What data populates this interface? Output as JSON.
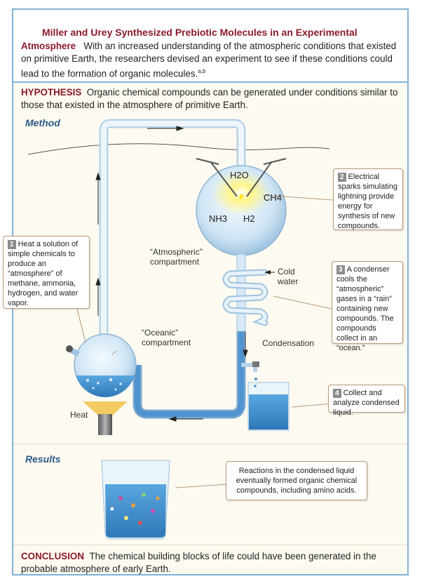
{
  "intro": {
    "title": "Miller and Urey Synthesized Prebiotic Molecules in an Experimental",
    "lead": "Atmosphere",
    "body": "With an increased understanding of the atmospheric conditions that existed on primitive Earth, the researchers devised an experiment to see if these conditions could lead to the formation of organic molecules.",
    "superscript": "a,b"
  },
  "hypothesis": {
    "lead": "HYPOTHESIS",
    "text": "Organic chemical compounds can be generated under conditions similar to those that existed in the atmosphere of primitive Earth."
  },
  "method_label": "Method",
  "results_label": "Results",
  "gases": {
    "h2o": "H2O",
    "ch4": "CH4",
    "nh3": "NH3",
    "h2": "H2"
  },
  "labels": {
    "atmospheric": "“Atmospheric” compartment",
    "oceanic": "“Oceanic” compartment",
    "cold_water": "Cold water",
    "condensation": "Condensation",
    "heat": "Heat"
  },
  "steps": [
    {
      "num": "1",
      "text": "Heat a solution of simple chemicals to produce an “atmosphere” of methane, ammonia, hydrogen, and water vapor."
    },
    {
      "num": "2",
      "text": "Electrical sparks simulating lightning provide energy for synthesis of new compounds."
    },
    {
      "num": "3",
      "text": "A condenser cools the “atmospheric” gases in a “rain” containing new compounds. The compounds collect in an “ocean.”"
    },
    {
      "num": "4",
      "text": "Collect and analyze condensed liquid."
    }
  ],
  "results_text": "Reactions in the condensed liquid eventually formed organic chemical compounds, including amino acids.",
  "conclusion": {
    "lead": "CONCLUSION",
    "text": "The chemical building blocks of life could have been generated in the probable atmosphere of early Earth."
  },
  "colors": {
    "border": "#7fb2d6",
    "accent_title": "#8b1a2b",
    "section_label": "#2c5a8a",
    "water": "#3e8fd0",
    "background": "#fdfaf1"
  }
}
